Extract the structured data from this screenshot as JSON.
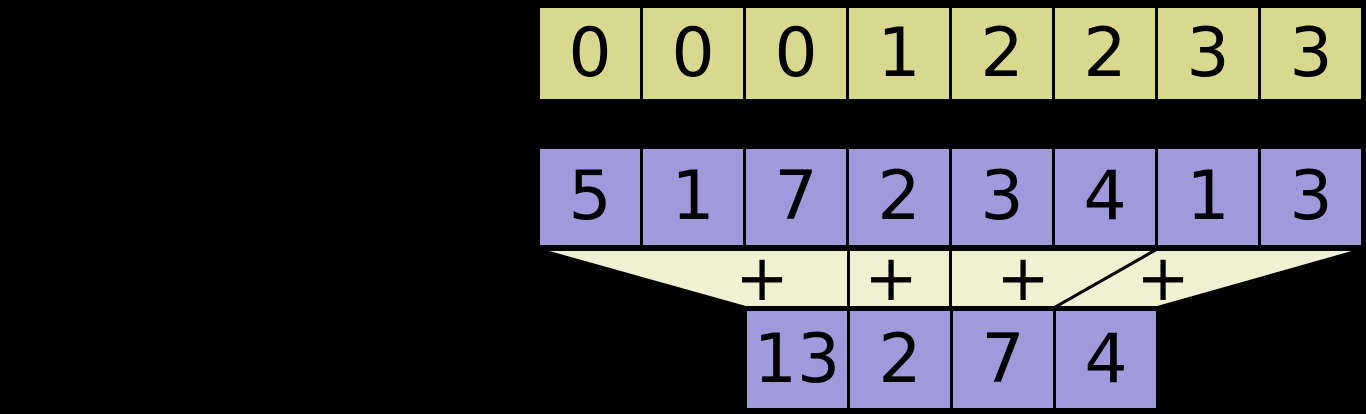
{
  "diagram": {
    "kind": "segmented-sum-reduce-by-key",
    "rows": {
      "keys": {
        "cells": [
          "0",
          "0",
          "0",
          "1",
          "2",
          "2",
          "3",
          "3"
        ]
      },
      "values": {
        "cells": [
          "5",
          "1",
          "7",
          "2",
          "3",
          "4",
          "1",
          "3"
        ]
      },
      "results": {
        "cells": [
          "13",
          "2",
          "7",
          "4"
        ]
      }
    },
    "operators": {
      "labels": [
        "+",
        "+",
        "+",
        "+"
      ]
    },
    "colors": {
      "background": "#000000",
      "keys_fill": "#d8d88f",
      "values_fill": "#a099dc",
      "results_fill": "#a099dc",
      "band_fill": "#f0f1d2",
      "border": "#000000",
      "text": "#000000"
    }
  }
}
